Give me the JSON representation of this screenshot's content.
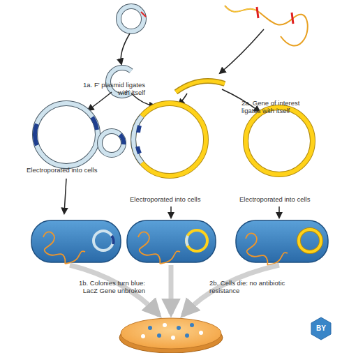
{
  "diagram": {
    "labels": [
      "1a. F' plasmid ligates with itself",
      "2a. Gene of interest ligates with itself",
      "Electroporated into cells",
      "Electroporated into cells",
      "Electroporated into cells",
      "1b. Colonies turn blue: LacZ Gene unbroken",
      "2b. Cells die: no antibiotic resistance",
      "BY"
    ]
  }
}
